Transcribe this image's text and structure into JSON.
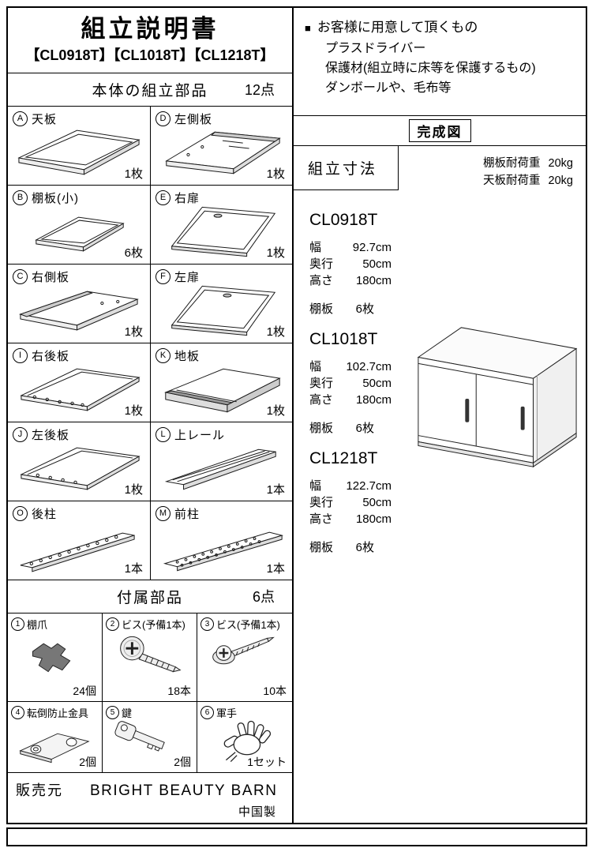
{
  "header": {
    "title": "組立説明書",
    "models": "【CL0918T】【CL1018T】【CL1218T】"
  },
  "customer_prep": {
    "bullet": "■",
    "heading": "お客様に用意して頂くもの",
    "items": [
      "プラスドライバー",
      "保護材(組立時に床等を保護するもの)",
      "ダンボールや、毛布等"
    ]
  },
  "main_parts": {
    "title": "本体の組立部品",
    "count": "12点",
    "items": [
      {
        "id": "A",
        "name": "天板",
        "qty": "1枚"
      },
      {
        "id": "D",
        "name": "左側板",
        "qty": "1枚"
      },
      {
        "id": "B",
        "name": "棚板(小)",
        "qty": "6枚"
      },
      {
        "id": "E",
        "name": "右扉",
        "qty": "1枚"
      },
      {
        "id": "C",
        "name": "右側板",
        "qty": "1枚"
      },
      {
        "id": "F",
        "name": "左扉",
        "qty": "1枚"
      },
      {
        "id": "I",
        "name": "右後板",
        "qty": "1枚"
      },
      {
        "id": "K",
        "name": "地板",
        "qty": "1枚"
      },
      {
        "id": "J",
        "name": "左後板",
        "qty": "1枚"
      },
      {
        "id": "L",
        "name": "上レール",
        "qty": "1本"
      },
      {
        "id": "O",
        "name": "後柱",
        "qty": "1本"
      },
      {
        "id": "M",
        "name": "前柱",
        "qty": "1本"
      }
    ]
  },
  "finished_view": {
    "label": "完成図",
    "loads": {
      "shelf_label": "棚板耐荷重",
      "shelf_value": "20kg",
      "top_label": "天板耐荷重",
      "top_value": "20kg"
    }
  },
  "dimensions": {
    "title": "組立寸法",
    "models": [
      {
        "name": "CL0918T",
        "w_label": "幅",
        "w": "92.7cm",
        "d_label": "奥行",
        "d": "50cm",
        "h_label": "高さ",
        "h": "180cm",
        "s_label": "棚板",
        "s": "6枚"
      },
      {
        "name": "CL1018T",
        "w_label": "幅",
        "w": "102.7cm",
        "d_label": "奥行",
        "d": "50cm",
        "h_label": "高さ",
        "h": "180cm",
        "s_label": "棚板",
        "s": "6枚"
      },
      {
        "name": "CL1218T",
        "w_label": "幅",
        "w": "122.7cm",
        "d_label": "奥行",
        "d": "50cm",
        "h_label": "高さ",
        "h": "180cm",
        "s_label": "棚板",
        "s": "6枚"
      }
    ]
  },
  "accessories": {
    "title": "付属部品",
    "count": "6点",
    "items": [
      {
        "id": "1",
        "name": "棚爪",
        "qty": "24個"
      },
      {
        "id": "2",
        "name": "ビス(予備1本)",
        "qty": "18本"
      },
      {
        "id": "3",
        "name": "ビス(予備1本)",
        "qty": "10本"
      },
      {
        "id": "4",
        "name": "転倒防止金具",
        "qty": "2個"
      },
      {
        "id": "5",
        "name": "鍵",
        "qty": "2個"
      },
      {
        "id": "6",
        "name": "軍手",
        "qty": "1セット"
      }
    ]
  },
  "footer": {
    "label": "販売元",
    "company": "BRIGHT BEAUTY BARN",
    "origin": "中国製"
  }
}
